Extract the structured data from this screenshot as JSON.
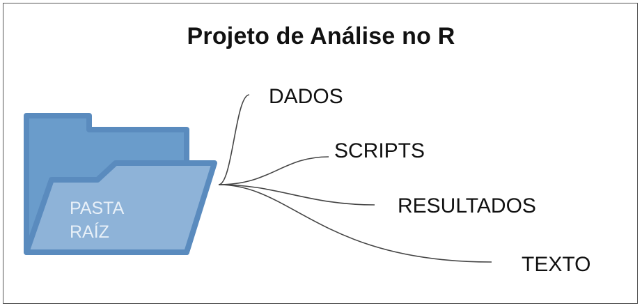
{
  "title": "Projeto de Análise no R",
  "root": {
    "label_line1": "PASTA",
    "label_line2": "RAÍZ",
    "icon": "folder-icon"
  },
  "branches": [
    {
      "label": "DADOS"
    },
    {
      "label": "SCRIPTS"
    },
    {
      "label": "RESULTADOS"
    },
    {
      "label": "TEXTO"
    }
  ],
  "colors": {
    "folder_back": "#6a9ccb",
    "folder_front": "#8eb3d8",
    "folder_stroke": "#5a8bbe",
    "connector": "#444444",
    "text": "#111111"
  }
}
